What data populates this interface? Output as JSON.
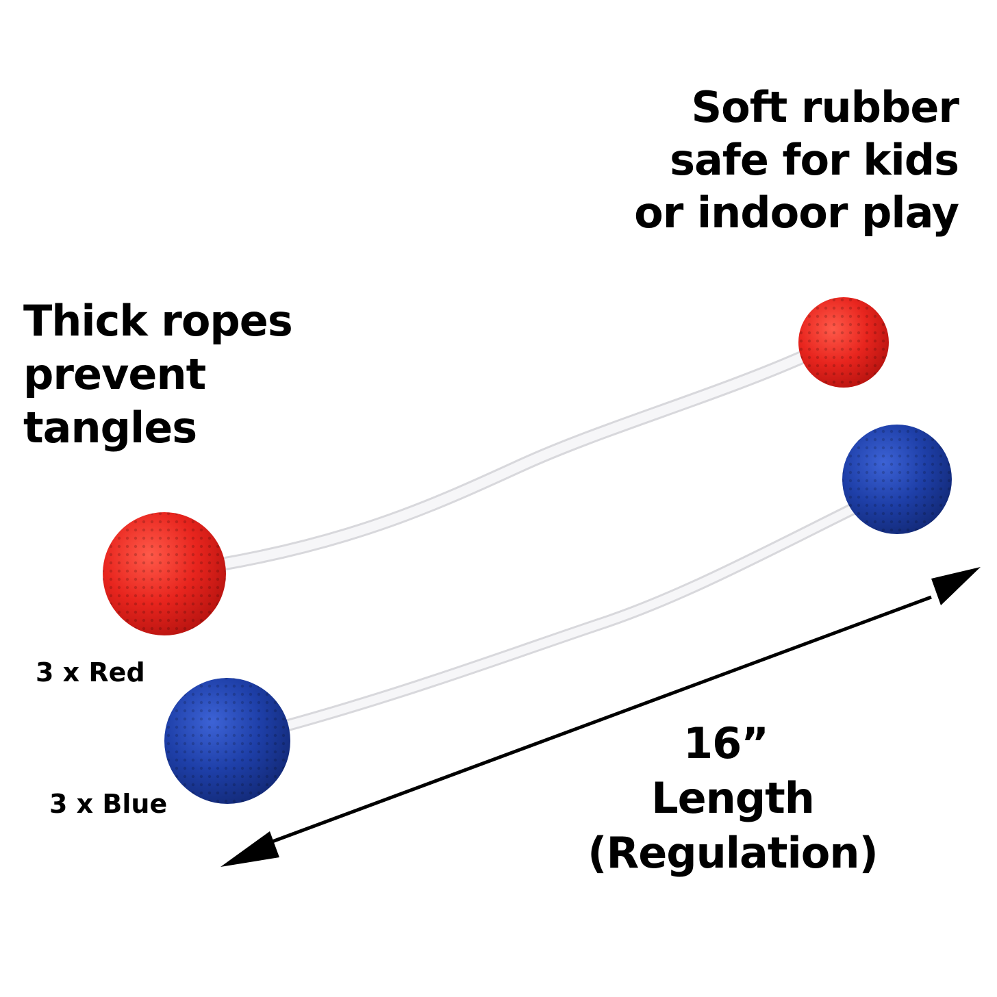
{
  "headline_right": {
    "lines": [
      "Soft rubber",
      "safe for kids",
      "or indoor play"
    ]
  },
  "headline_left": {
    "lines": [
      "Thick ropes",
      "prevent",
      "tangles"
    ]
  },
  "labels": {
    "red_count": "3 x Red",
    "blue_count": "3 x Blue"
  },
  "length_callout": {
    "value": "16”",
    "label": "Length",
    "note": "(Regulation)"
  },
  "colors": {
    "red_ball": "#e8251e",
    "blue_ball": "#1e3fa8",
    "rope": "#f4f4f6",
    "arrow": "#000000"
  }
}
